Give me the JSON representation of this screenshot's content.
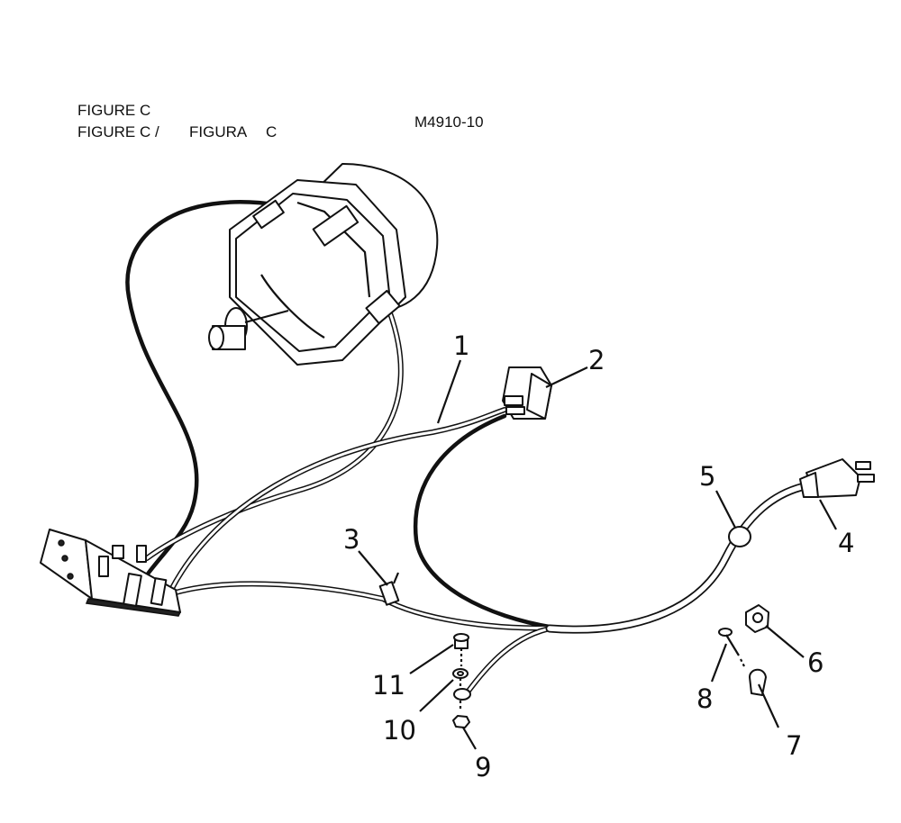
{
  "header": {
    "line1": "FIGURE C",
    "line2_a": "FIGURE C /",
    "line2_b": "FIGURA",
    "line2_c": "C",
    "model": "M4910-10"
  },
  "callouts": [
    "1",
    "2",
    "3",
    "4",
    "5",
    "6",
    "7",
    "8",
    "9",
    "10",
    "11"
  ]
}
